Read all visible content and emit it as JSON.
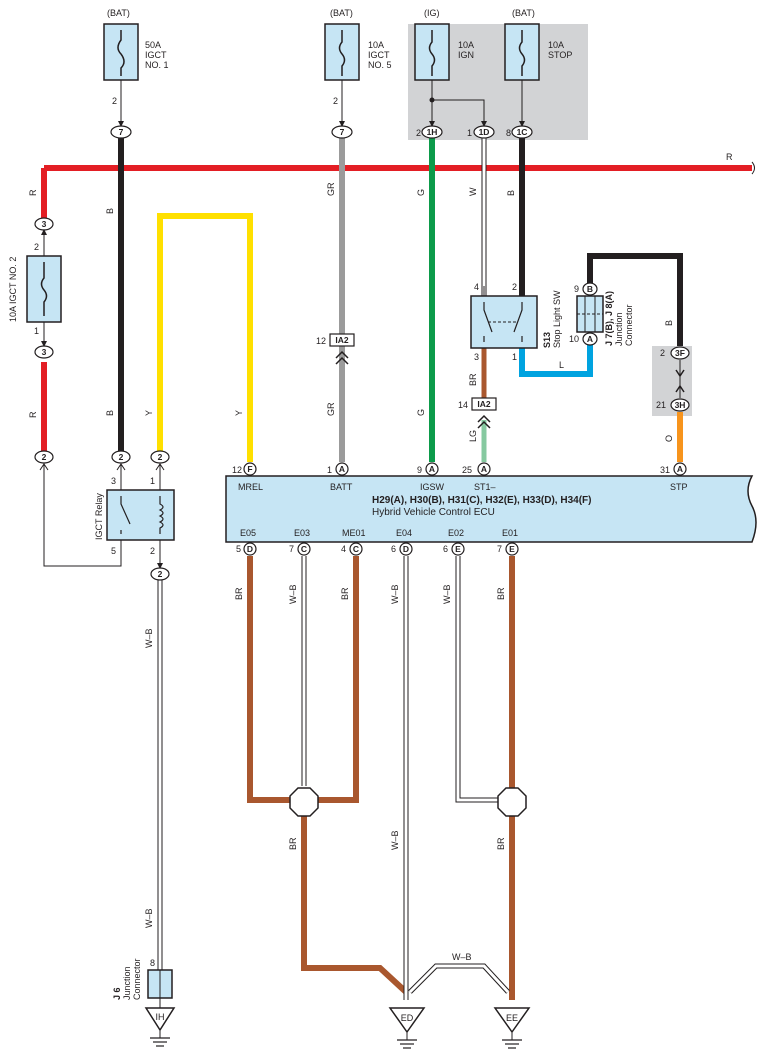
{
  "colors": {
    "red": "#e31e24",
    "black": "#231f20",
    "yellow": "#ffe000",
    "gray": "#9b9b9b",
    "green": "#0c9b4a",
    "blue": "#00a3e0",
    "brown": "#a9572e",
    "orange": "#f7941d",
    "light_green": "#86c9a0",
    "component_fill": "#c6e5f4",
    "shade": "#d2d3d5"
  },
  "fuses": {
    "f1": {
      "source": "(BAT)",
      "rating": "50A",
      "name1": "IGCT",
      "name2": "NO. 1",
      "pin": "2",
      "connector": "7"
    },
    "f2": {
      "source": "(BAT)",
      "rating": "10A",
      "name1": "IGCT",
      "name2": "NO. 5",
      "pin": "2",
      "connector": "7"
    },
    "f3": {
      "source": "(IG)",
      "rating": "10A",
      "name1": "IGN",
      "pin": "2",
      "connector": "1H",
      "pin2": "1",
      "connector2": "1D"
    },
    "f4": {
      "source": "(BAT)",
      "rating": "10A",
      "name1": "STOP",
      "pin": "8",
      "connector": "1C"
    },
    "igct2": {
      "label": "10A IGCT NO. 2",
      "top_conn": "3",
      "bottom_conn": "3",
      "pin_top": "2",
      "pin_bottom": "1"
    }
  },
  "wires": {
    "r": "R",
    "b": "B",
    "y": "Y",
    "gr": "GR",
    "g": "G",
    "w": "W",
    "br": "BR",
    "lg": "LG",
    "l": "L",
    "o": "O",
    "wb": "W–B"
  },
  "inline_connectors": {
    "ia2_upper": {
      "label": "IA2",
      "pin": "12"
    },
    "ia2_lower": {
      "label": "IA2",
      "pin": "14"
    },
    "c3f": {
      "label": "3F",
      "pin": "2"
    },
    "c3h": {
      "label": "3H",
      "pin": "21"
    },
    "c2a": "2",
    "c2b": "2",
    "c2c": "2",
    "c2d": "2"
  },
  "relay": {
    "label": "IGCT Relay",
    "pins": [
      "3",
      "1",
      "5",
      "2"
    ]
  },
  "stop_sw": {
    "code": "S13",
    "name": "Stop Light SW",
    "pins": [
      "4",
      "2",
      "3",
      "1"
    ]
  },
  "jct_j7": {
    "code": "J 7(B), J 8(A)",
    "name1": "Junction",
    "name2": "Connector",
    "pin_top": "9",
    "letter_top": "B",
    "pin_bottom": "10",
    "letter_bottom": "A"
  },
  "ecu": {
    "title": "H29(A), H30(B), H31(C), H32(E), H33(D), H34(F)",
    "name": "Hybrid Vehicle Control ECU",
    "top_pins": [
      {
        "num": "12",
        "letter": "F",
        "name": "MREL"
      },
      {
        "num": "1",
        "letter": "A",
        "name": "BATT"
      },
      {
        "num": "9",
        "letter": "A",
        "name": "IGSW"
      },
      {
        "num": "25",
        "letter": "A",
        "name": "ST1–"
      },
      {
        "num": "31",
        "letter": "A",
        "name": "STP"
      }
    ],
    "bottom_pins": [
      {
        "num": "5",
        "letter": "D",
        "name": "E05"
      },
      {
        "num": "7",
        "letter": "C",
        "name": "E03"
      },
      {
        "num": "4",
        "letter": "C",
        "name": "ME01"
      },
      {
        "num": "6",
        "letter": "D",
        "name": "E04"
      },
      {
        "num": "6",
        "letter": "E",
        "name": "E02"
      },
      {
        "num": "7",
        "letter": "E",
        "name": "E01"
      }
    ]
  },
  "jct_j6": {
    "code": "J 6",
    "name1": "Junction",
    "name2": "Connector",
    "pin": "8"
  },
  "grounds": {
    "ih": "IH",
    "ed": "ED",
    "ee": "EE"
  }
}
